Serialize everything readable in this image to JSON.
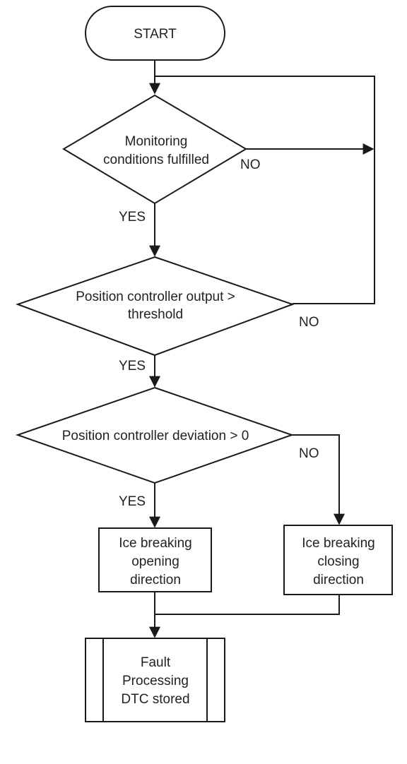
{
  "nodes": {
    "start": "START",
    "decision_monitoring": [
      "Monitoring",
      "conditions fulfilled"
    ],
    "decision_output": [
      "Position controller output >",
      "threshold"
    ],
    "decision_deviation": [
      "Position controller deviation > 0"
    ],
    "process_opening": [
      "Ice breaking",
      "opening",
      "direction"
    ],
    "process_closing": [
      "Ice breaking",
      "closing",
      "direction"
    ],
    "fault_processing": [
      "Fault",
      "Processing",
      "DTC stored"
    ]
  },
  "edge_labels": {
    "monitoring_no": "NO",
    "monitoring_yes": "YES",
    "output_no": "NO",
    "output_yes": "YES",
    "deviation_no": "NO",
    "deviation_yes": "YES"
  }
}
